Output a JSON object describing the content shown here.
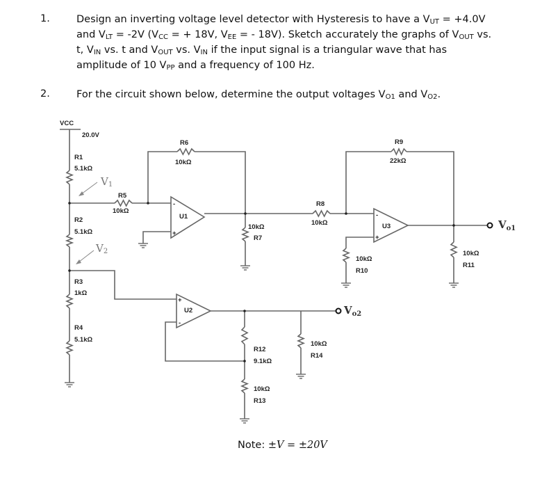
{
  "questions": [
    {
      "number": "1.",
      "lines": [
        "Design an inverting voltage level detector with Hysteresis to have a V",
        "UT",
        " = +4.0V",
        "and V",
        "LT",
        " = -2V (V",
        "CC",
        " = + 18V, V",
        "EE",
        " = - 18V). Sketch accurately the graphs of V",
        "OUT",
        " vs.",
        "t, V",
        "IN",
        " vs. t and V",
        "OUT",
        " vs. V",
        "IN",
        " if the input signal is a triangular wave that has",
        "amplitude of 10 V",
        "PP",
        " and a frequency of 100 Hz."
      ]
    },
    {
      "number": "2.",
      "lines": [
        "For the circuit shown below, determine the output voltages V",
        "O1",
        " and V",
        "O2",
        "."
      ]
    }
  ],
  "circuit": {
    "vcc_label": "VCC",
    "vcc_value": "20.0V",
    "R1": {
      "name": "R1",
      "value": "5.1kΩ"
    },
    "R2": {
      "name": "R2",
      "value": "5.1kΩ"
    },
    "R3": {
      "name": "R3",
      "value": "1kΩ"
    },
    "R4": {
      "name": "R4",
      "value": "5.1kΩ"
    },
    "R5": {
      "name": "R5",
      "value": "10kΩ"
    },
    "R6": {
      "name": "R6",
      "value": "10kΩ"
    },
    "R7": {
      "name": "R7",
      "value": "10kΩ"
    },
    "R8": {
      "name": "R8",
      "value": "10kΩ"
    },
    "R9": {
      "name": "R9",
      "value": "22kΩ"
    },
    "R10": {
      "name": "R10",
      "value": "10kΩ"
    },
    "R11": {
      "name": "R11",
      "value": "10kΩ"
    },
    "R12": {
      "name": "R12",
      "value": "9.1kΩ"
    },
    "R13": {
      "name": "R13",
      "value": "10kΩ"
    },
    "R14": {
      "name": "R14",
      "value": "10kΩ"
    },
    "U1": "U1",
    "U2": "U2",
    "U3": "U3",
    "V1": "V",
    "V1_sub": "1",
    "V2": "V",
    "V2_sub": "2",
    "Vo1": "V",
    "Vo1_sub": "o1",
    "Vo2": "V",
    "Vo2_sub": "o2",
    "minus": "-",
    "plus": "+"
  },
  "note": {
    "prefix": "Note: ",
    "formula": "±V = ±20V"
  }
}
